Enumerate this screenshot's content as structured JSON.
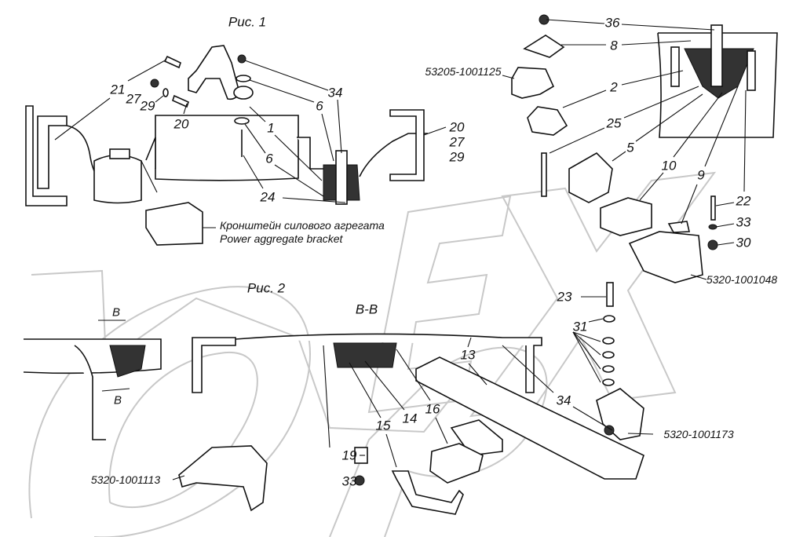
{
  "figures": {
    "fig1_title": "Рис. 1",
    "fig2_title": "Рис. 2",
    "section_title": "В-В",
    "section_mark_top": "В",
    "section_mark_bottom": "В"
  },
  "caption": {
    "ru": "Кронштейн силового агрегата",
    "en": "Power aggregate bracket"
  },
  "watermark": "OPEX",
  "labels": {
    "l36": "36",
    "l8": "8",
    "p53205_1001125": "53205-1001125",
    "l2": "2",
    "l25": "25",
    "l5": "5",
    "l10": "10",
    "l9": "9",
    "l22": "22",
    "l33a": "33",
    "l30": "30",
    "p5320_1001048": "5320-1001048",
    "l21": "21",
    "l27a": "27",
    "l29a": "29",
    "l20a": "20",
    "l34a": "34",
    "l6a": "6",
    "l1": "1",
    "l6b": "6",
    "l24": "24",
    "l20b": "20",
    "l27b": "27",
    "l29b": "29",
    "l23": "23",
    "l31": "31",
    "l13": "13",
    "l34b": "34",
    "l16": "16",
    "l14": "14",
    "l15": "15",
    "l19": "19",
    "l33b": "33",
    "p5320_1001173": "5320-1001173",
    "p5320_1001113": "5320-1001113"
  }
}
